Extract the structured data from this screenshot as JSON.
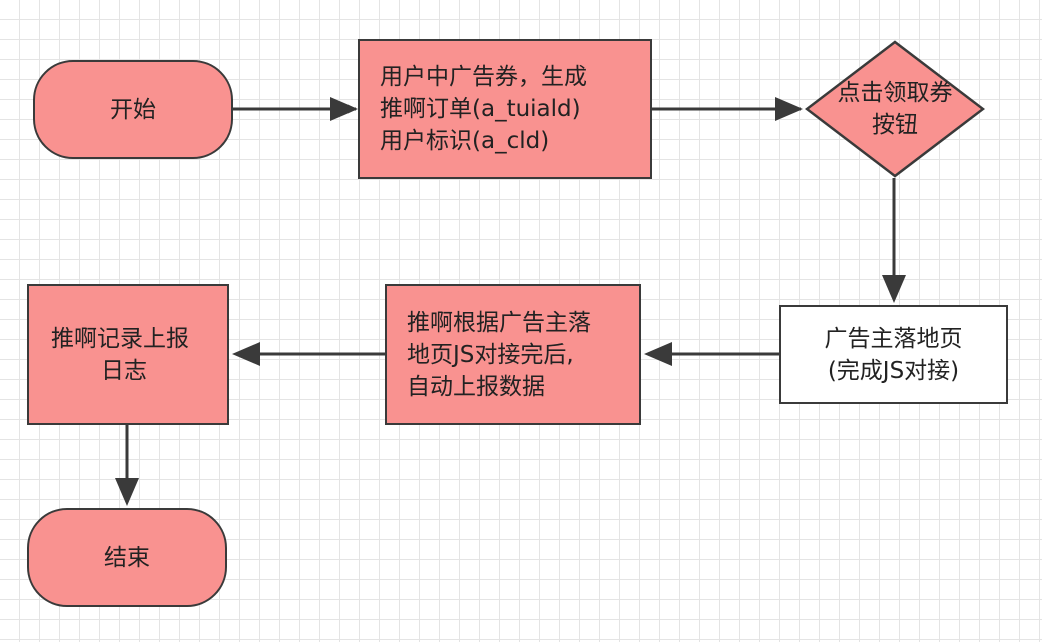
{
  "nodes": {
    "start": {
      "text": "开始"
    },
    "generate_order": {
      "lines": [
        "用户中广告券，生成",
        "推啊订单(a_tuiald)",
        "用户标识(a_cld)"
      ]
    },
    "click_button": {
      "lines": [
        "点击领取券",
        "按钮"
      ]
    },
    "landing_page": {
      "lines": [
        "广告主落地页",
        "(完成JS对接)"
      ]
    },
    "report_data": {
      "lines": [
        "推啊根据广告主落",
        "地页JS对接完后,",
        "自动上报数据"
      ]
    },
    "record_log": {
      "lines": [
        "推啊记录上报",
        "日志"
      ]
    },
    "end": {
      "text": "结束"
    }
  },
  "colors": {
    "node_fill": "#f99290",
    "plain_fill": "#ffffff",
    "stroke": "#3a3a3a",
    "grid": "#e4e4e4"
  }
}
